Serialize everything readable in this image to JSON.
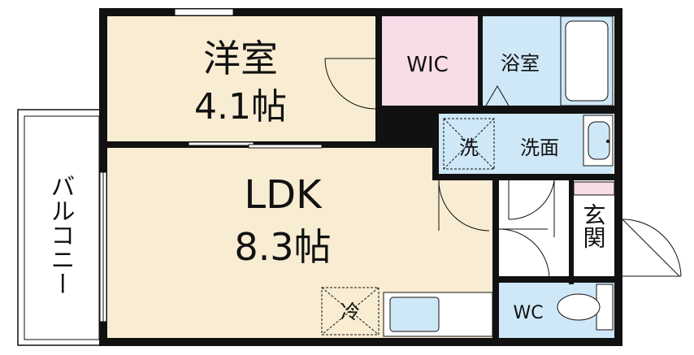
{
  "rooms": {
    "western": {
      "name": "洋室",
      "size": "4.1帖"
    },
    "ldk": {
      "name": "LDK",
      "size": "8.3帖"
    },
    "wic": {
      "name": "WIC"
    },
    "bath": {
      "name": "浴室"
    },
    "washroom": {
      "name": "洗面"
    },
    "washer": {
      "name": "洗"
    },
    "fridge": {
      "name": "冷"
    },
    "entrance": {
      "name": "玄関"
    },
    "toilet": {
      "name": "WC"
    },
    "balcony": {
      "name": "バルコニー"
    }
  },
  "colors": {
    "western_floor": "#f8ecd2",
    "ldk_floor": "#f8ecd2",
    "wic_floor": "#f8dce8",
    "water_floor": "#cfe8f8",
    "entrance_floor": "#ffffff",
    "wall": "#111111"
  }
}
